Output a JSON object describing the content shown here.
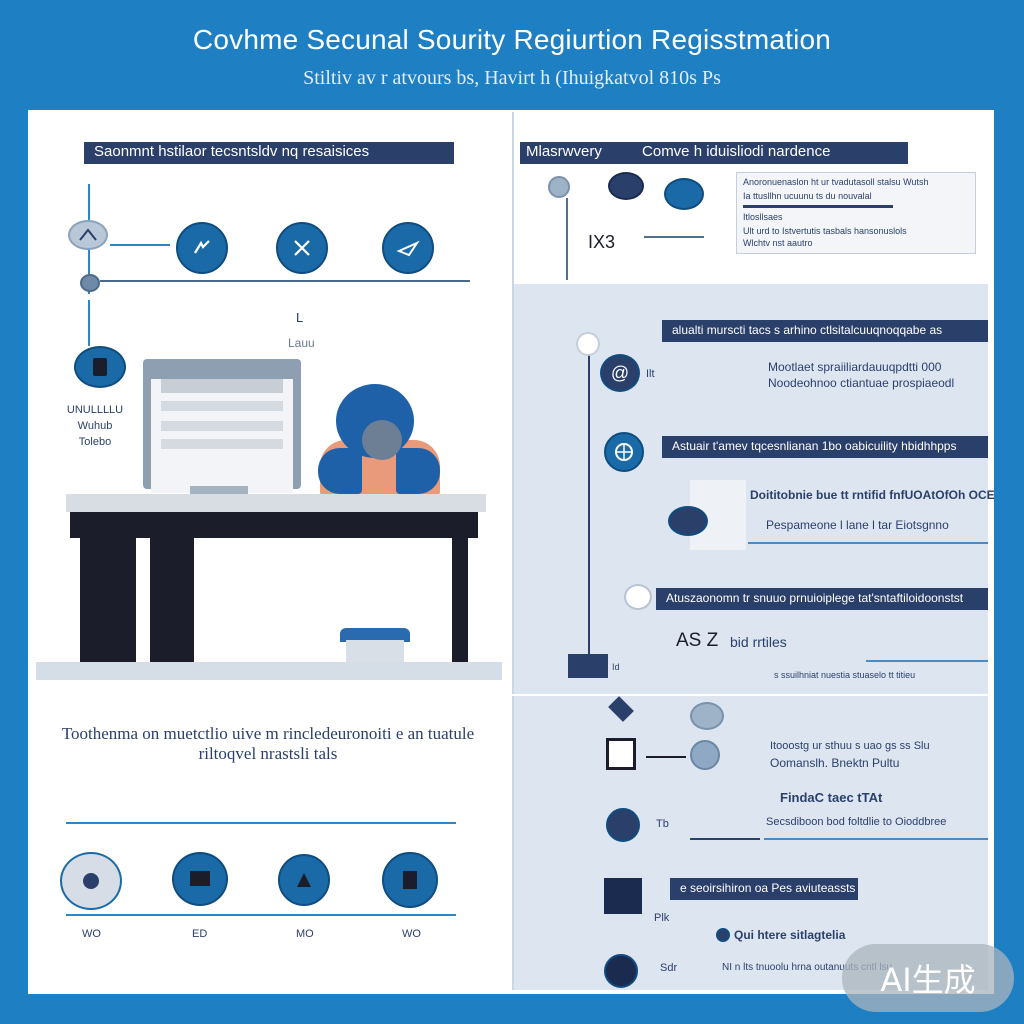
{
  "header": {
    "title": "Covhme Secunal Sourity Regiurtion Regisstmation",
    "subtitle": "Stiltiv av r atvours bs, Havirt h (Ihuigkatvol 810s Ps"
  },
  "left": {
    "heading_bar": "Saonmnt hstilaor tecsntsldv nq resaisices",
    "legend_lines": [
      "UNULLLLU",
      "Wuhub",
      "Tolebo"
    ],
    "monitor_tag": "L",
    "monitor_caption": "Lauu",
    "caption_line1": "Toothenma on muetctlio uive m rincledeuronoiti e an tuatule",
    "caption_line2": "riltoqvel nrastsli tals",
    "bottom_labels": [
      "WO",
      "ED",
      "MO",
      "WO"
    ]
  },
  "right": {
    "top_bar_left": "Mlasrwvery",
    "top_bar_right": "Comve h iduisliodi nardence",
    "top_note_lines": [
      "Anoronuenaslon ht ur tvadutasoll stalsu Wutsh",
      "Ia ttusllhn ucuunu ts du nouvalal",
      "Itlosllsaes",
      "Ult urd to Istvertutis tasbals hansonuslols",
      "Wlchtv nst aautro"
    ],
    "top_figure_label": "IX3",
    "rows": [
      {
        "bar": "alualti murscti tacs s arhino ctlsitalcuuqnoqqabe as",
        "icon_label": "@",
        "side_label": "Ilt",
        "line1": "Mootlaet spraiiliardauuqpdtti 000",
        "line2": "Noodeohnoo ctiantuae prospiaeodl"
      },
      {
        "bar": "Astuair t'amev tqcesnlianan 1bo oabicuility hbidhhpps",
        "icon_label": "",
        "side_label": "",
        "line1": "Doititobnie bue tt rntifid fnfUOAtOfOh OCE",
        "line2": "Pespameone l lane l tar Eiotsgnno"
      },
      {
        "bar": "Atuszaonomn tr snuuo prnuioiplege tat'sntaftiloidoonstst",
        "icon_label": "",
        "side_label": "",
        "line1": "AS Z",
        "line2": "bid rrtiles"
      }
    ],
    "mid_note": "s ssuilhniat nuestia stuaselo tt titieu",
    "mid_note_short": "Id",
    "detail_lines": [
      "Itooostg ur sthuu s uao gs ss Slu",
      "Oomanslh. Bnektn Pultu"
    ],
    "final_label": "FindaC taec tTAt",
    "final_side": "Tb",
    "final_line": "Secsdiboon bod foltdlie to Oioddbree",
    "bottom_bar": "e seoirsihiron oa Pes aviuteassts",
    "bottom_side": "Plk",
    "bottom_line1": "Qui htere sitlagtelia",
    "bottom_line2": "NI n lts tnuoolu hrna outanuuts cntl lsu",
    "bottom_side2": "Sdr"
  },
  "watermark": "AI生成",
  "colors": {
    "background": "#1f7fc3",
    "navy": "#2b3f6b",
    "accent_blue": "#1b6aa8"
  }
}
